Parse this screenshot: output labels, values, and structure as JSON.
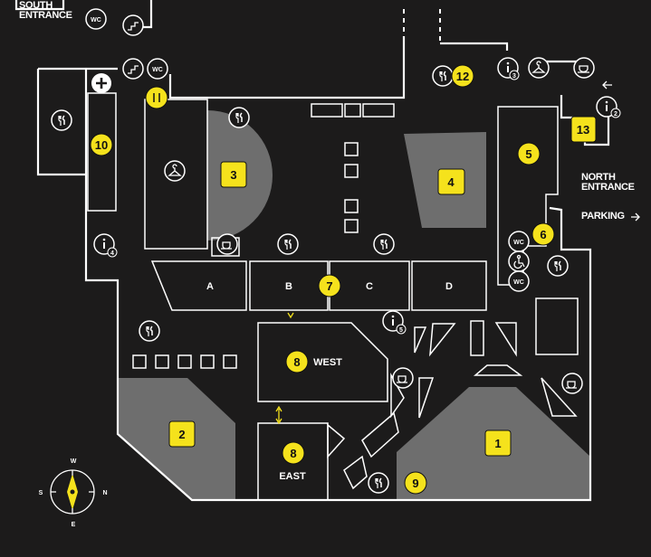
{
  "colors": {
    "background": "#1c1b1b",
    "walls": "#ffffff",
    "zone_fill": "#6e6e6e",
    "accent": "#f5e21c"
  },
  "entrances": {
    "south": [
      "SOUTH",
      "ENTRANCE"
    ],
    "north": [
      "NORTH",
      "ENTRANCE"
    ],
    "parking": "PARKING"
  },
  "halls": {
    "h1": "1",
    "h2": "2",
    "h3": "3",
    "h4": "4",
    "h5": "5",
    "h6": "6",
    "h7": "7",
    "h8": "8",
    "h9": "9",
    "h10": "10",
    "h12": "12",
    "h13": "13"
  },
  "hall_names": {
    "west": "WEST",
    "east": "EAST"
  },
  "rooms": {
    "a": "A",
    "b": "B",
    "c": "C",
    "d": "D"
  },
  "info_points": {
    "i3": "3",
    "i2": "2",
    "i4": "4",
    "i5": "5"
  },
  "toilet_label": "WC",
  "compass": {
    "north": "N",
    "south": "S",
    "east": "E",
    "west": "W"
  },
  "icons": [
    "restaurant-icon",
    "toilet-icon",
    "stairs-icon",
    "first-aid-icon",
    "cloakroom-icon",
    "cafe-icon",
    "info-icon",
    "accessible-icon",
    "arrow-icon",
    "compass-icon"
  ]
}
